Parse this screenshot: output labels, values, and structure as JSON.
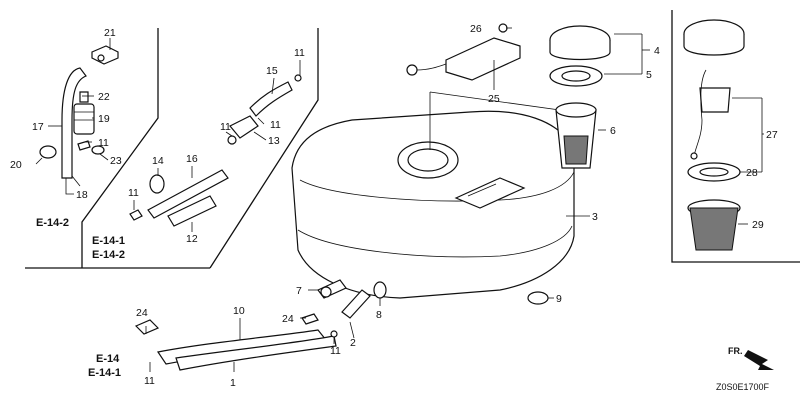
{
  "diagram": {
    "drawing_code": "Z0S0E1700F",
    "direction_label": "FR.",
    "references": [
      "E-14-2",
      "E-14-1",
      "E-14-2",
      "E-14",
      "E-14-1"
    ],
    "callouts": [
      "1",
      "2",
      "3",
      "4",
      "5",
      "6",
      "7",
      "8",
      "9",
      "10",
      "11",
      "11",
      "11",
      "11",
      "11",
      "11",
      "11",
      "12",
      "13",
      "14",
      "15",
      "16",
      "17",
      "18",
      "19",
      "20",
      "21",
      "22",
      "23",
      "24",
      "24",
      "25",
      "26",
      "27",
      "28",
      "29"
    ]
  }
}
